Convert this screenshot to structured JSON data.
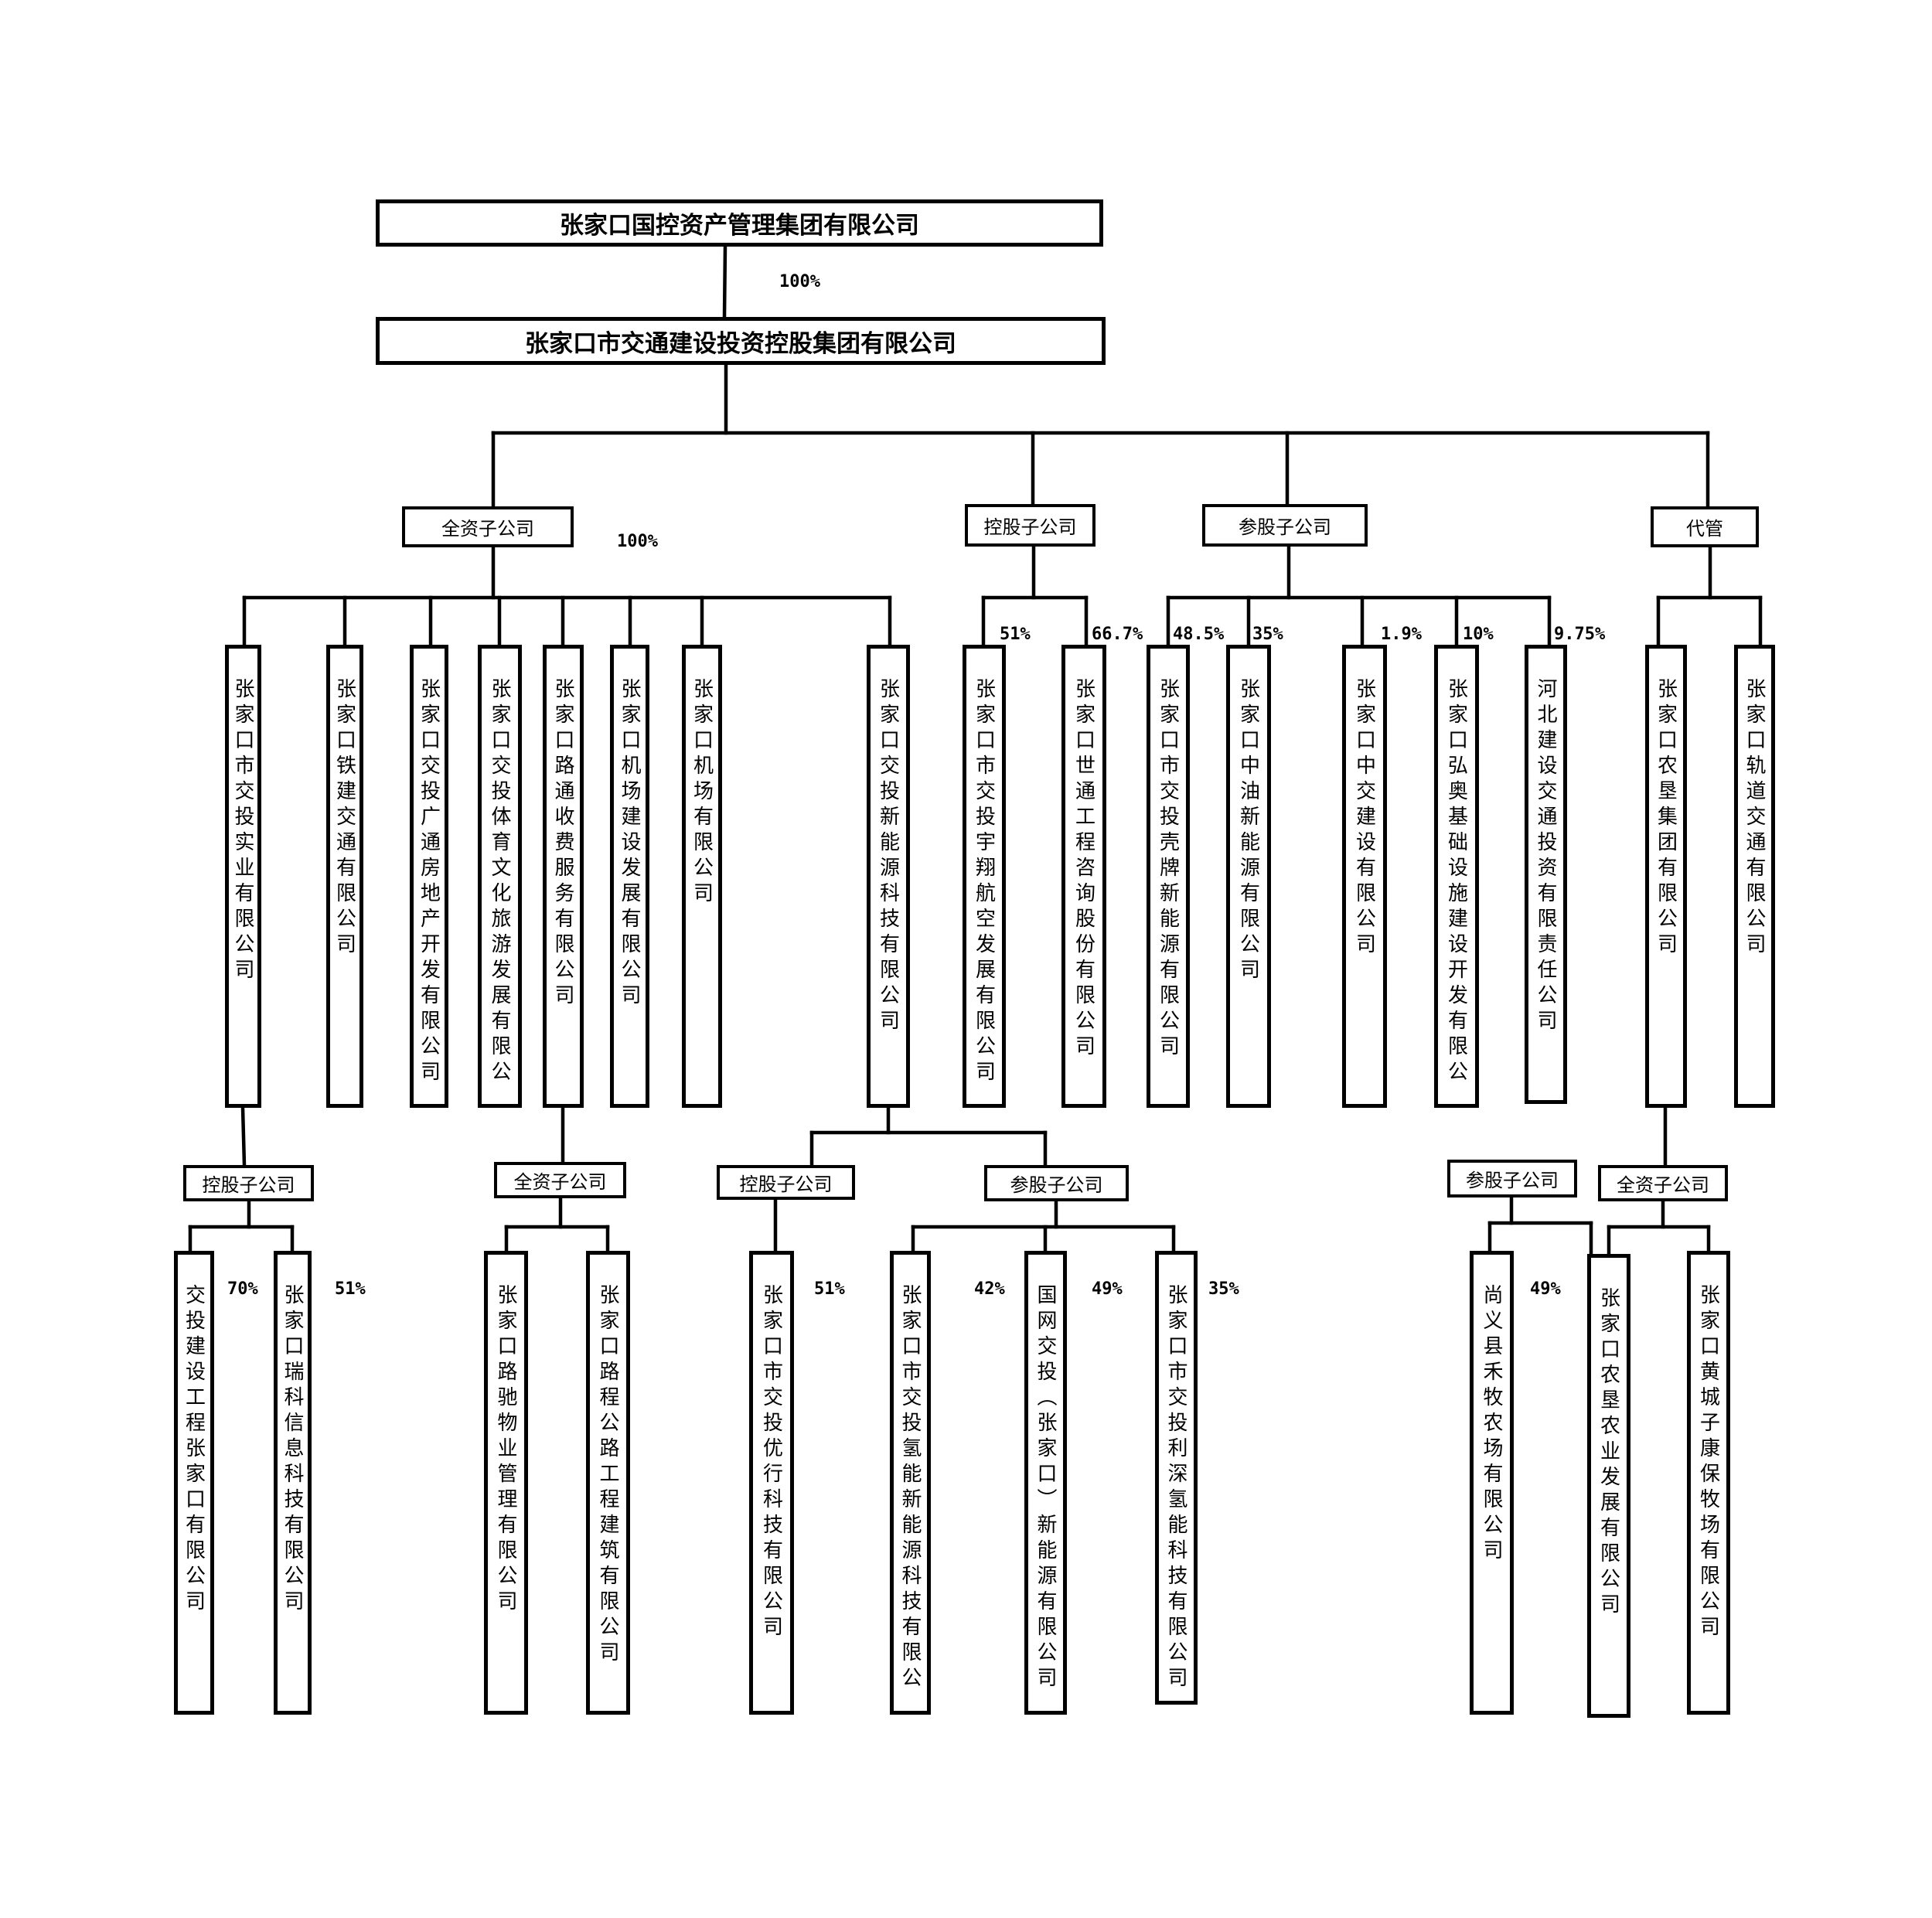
{
  "nodes": {
    "root": {
      "label": "张家口国控资产管理集团有限公司"
    },
    "group": {
      "label": "张家口市交通建设投资控股集团有限公司",
      "share": "100%"
    },
    "cat_full": {
      "label": "全资子公司",
      "share": "100%"
    },
    "cat_ctrl": {
      "label": "控股子公司"
    },
    "cat_part": {
      "label": "参股子公司"
    },
    "cat_managed": {
      "label": "代管"
    },
    "f1": {
      "label": "张家口市交投实业有限公司"
    },
    "f2": {
      "label": "张家口铁建交通有限公司"
    },
    "f3": {
      "label": "张家口交投广通房地产开发有限公司"
    },
    "f4": {
      "label": "张家口交投体育文化旅游发展有限公"
    },
    "f5": {
      "label": "张家口路通收费服务有限公司"
    },
    "f6": {
      "label": "张家口机场建设发展有限公司"
    },
    "f7": {
      "label": "张家口机场有限公司"
    },
    "f8": {
      "label": "张家口交投新能源科技有限公司"
    },
    "c1": {
      "label": "张家口市交投宇翔航空发展有限公司",
      "share": "51%"
    },
    "c2": {
      "label": "张家口世通工程咨询股份有限公司",
      "share": "66.7%"
    },
    "p1": {
      "label": "张家口市交投壳牌新能源有限公司",
      "share": "48.5%"
    },
    "p2": {
      "label": "张家口中油新能源有限公司",
      "share": "35%"
    },
    "p3": {
      "label": "张家口中交建设有限公司",
      "share": "1.9%"
    },
    "p4": {
      "label": "张家口弘奥基础设施建设开发有限公",
      "share": "10%"
    },
    "p5": {
      "label": "河北建设交通投资有限责任公司",
      "share": "9.75%"
    },
    "m1": {
      "label": "张家口农垦集团有限公司"
    },
    "m2": {
      "label": "张家口轨道交通有限公司"
    },
    "sa_cat": {
      "label": "控股子公司"
    },
    "sa1": {
      "label": "交投建设工程张家口有限公司",
      "share": "70%"
    },
    "sa2": {
      "label": "张家口瑞科信息科技有限公司",
      "share": "51%"
    },
    "sb_cat": {
      "label": "全资子公司"
    },
    "sb1": {
      "label": "张家口路驰物业管理有限公司"
    },
    "sb2": {
      "label": "张家口路程公路工程建筑有限公司"
    },
    "sc_cat": {
      "label": "控股子公司"
    },
    "sc1": {
      "label": "张家口市交投优行科技有限公司",
      "share": "51%"
    },
    "sd_cat": {
      "label": "参股子公司"
    },
    "sd1": {
      "label": "张家口市交投氢能新能源科技有限公",
      "share": "42%"
    },
    "sd2": {
      "label": "国网交投（张家口）新能源有限公司",
      "share": "49%"
    },
    "sd3": {
      "label": "张家口市交投利深氢能科技有限公司",
      "share": "35%"
    },
    "se_cat": {
      "label": "参股子公司"
    },
    "se1": {
      "label": "尚义县禾牧农场有限公司",
      "share": "49%"
    },
    "sf_cat": {
      "label": "全资子公司"
    },
    "sf1": {
      "label": "张家口农垦农业发展有限公司"
    },
    "sf2": {
      "label": "张家口黄城子康保牧场有限公司"
    }
  }
}
